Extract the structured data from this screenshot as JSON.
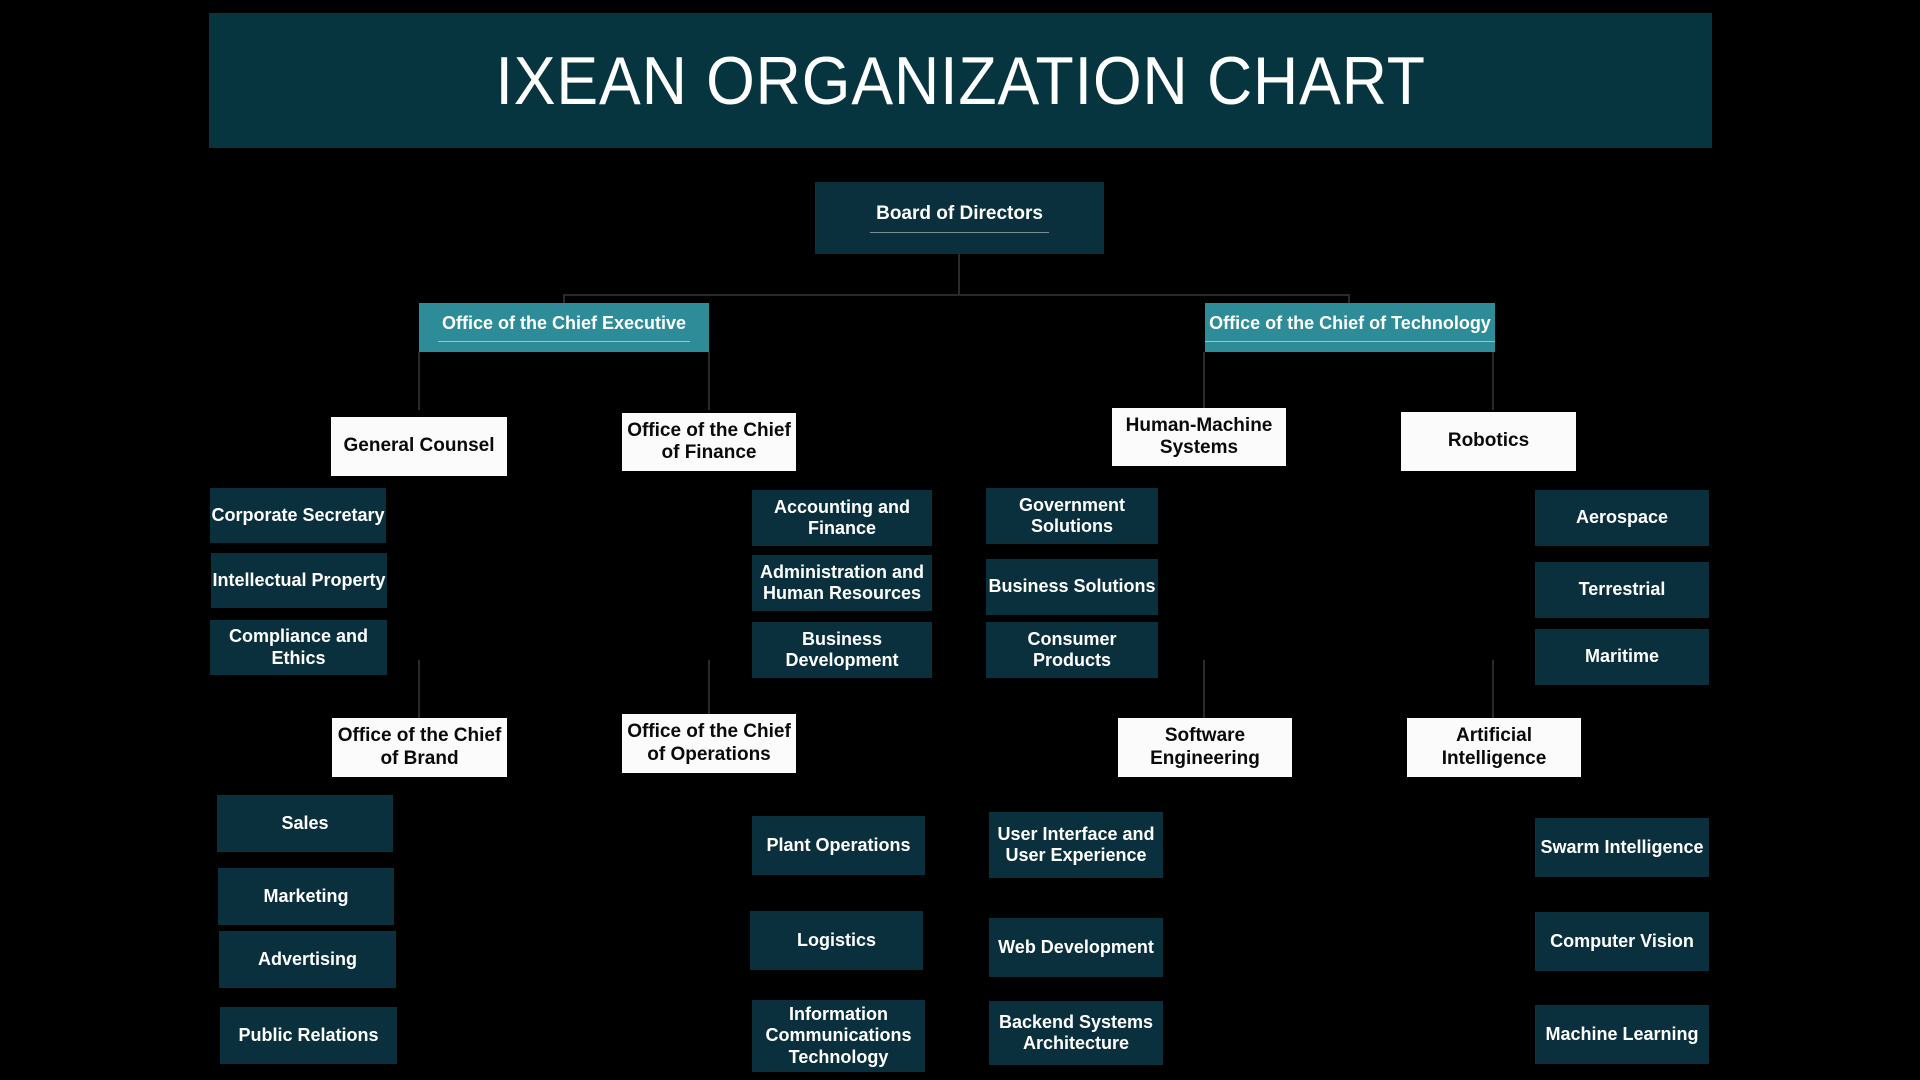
{
  "header": {
    "title": "IXEAN ORGANIZATION CHART",
    "background_color": "#063540",
    "text_color": "#ffffff"
  },
  "colors": {
    "page_background": "#000000",
    "banner": "#063540",
    "root_node": "#0A303D",
    "chief_node": "#2E8C99",
    "division_node": "#FBFBFB",
    "leaf_node": "#0A303D",
    "division_text": "#0a0a0a",
    "node_text": "#ffffff"
  },
  "chart_data": {
    "type": "diagram",
    "title": "IXEAN ORGANIZATION CHART",
    "root": "Board of Directors",
    "branches": [
      {
        "name": "Office of the Chief Executive",
        "divisions": [
          {
            "name": "General Counsel",
            "children": [
              "Corporate Secretary",
              "Intellectual Property",
              "Compliance and Ethics"
            ]
          },
          {
            "name": "Office of the Chief of Finance",
            "children": [
              "Accounting and Finance",
              "Administration and Human Resources",
              "Business Development"
            ]
          },
          {
            "name": "Office of the Chief of Brand",
            "children": [
              "Sales",
              "Marketing",
              "Advertising",
              "Public Relations"
            ]
          },
          {
            "name": "Office of the Chief of Operations",
            "children": [
              "Plant Operations",
              "Logistics",
              "Information Communications Technology"
            ]
          }
        ]
      },
      {
        "name": "Office of the Chief of Technology",
        "divisions": [
          {
            "name": "Human-Machine Systems",
            "children": [
              "Government Solutions",
              "Business Solutions",
              "Consumer Products"
            ]
          },
          {
            "name": "Robotics",
            "children": [
              "Aerospace",
              "Terrestrial",
              "Maritime"
            ]
          },
          {
            "name": "Software Engineering",
            "children": [
              "User Interface and User Experience",
              "Web Development",
              "Backend Systems Architecture"
            ]
          },
          {
            "name": "Artificial Intelligence",
            "children": [
              "Swarm Intelligence",
              "Computer Vision",
              "Machine Learning"
            ]
          }
        ]
      }
    ]
  },
  "nodes": {
    "board_of_directors": "Board of Directors",
    "chief_executive": "Office of the Chief Executive",
    "chief_technology": "Office of the Chief of Technology",
    "general_counsel": "General Counsel",
    "corporate_secretary": "Corporate Secretary",
    "intellectual_property": "Intellectual Property",
    "compliance_and_ethics": "Compliance and Ethics",
    "chief_finance": "Office of the Chief of Finance",
    "accounting_and_finance": "Accounting and Finance",
    "administration_and_hr": "Administration and Human Resources",
    "business_development": "Business Development",
    "human_machine_systems": "Human-Machine Systems",
    "government_solutions": "Government Solutions",
    "business_solutions": "Business Solutions",
    "consumer_products": "Consumer Products",
    "robotics": "Robotics",
    "aerospace": "Aerospace",
    "terrestrial": "Terrestrial",
    "maritime": "Maritime",
    "chief_brand": "Office of the Chief of Brand",
    "sales": "Sales",
    "marketing": "Marketing",
    "advertising": "Advertising",
    "public_relations": "Public Relations",
    "chief_operations": "Office of the Chief of Operations",
    "plant_operations": "Plant Operations",
    "logistics": "Logistics",
    "information_communications_technology": "Information Communications Technology",
    "software_engineering": "Software Engineering",
    "ui_ux": "User Interface and User Experience",
    "web_development": "Web Development",
    "backend_systems_architecture": "Backend Systems Architecture",
    "artificial_intelligence": "Artificial Intelligence",
    "swarm_intelligence": "Swarm Intelligence",
    "computer_vision": "Computer Vision",
    "machine_learning": "Machine Learning"
  }
}
